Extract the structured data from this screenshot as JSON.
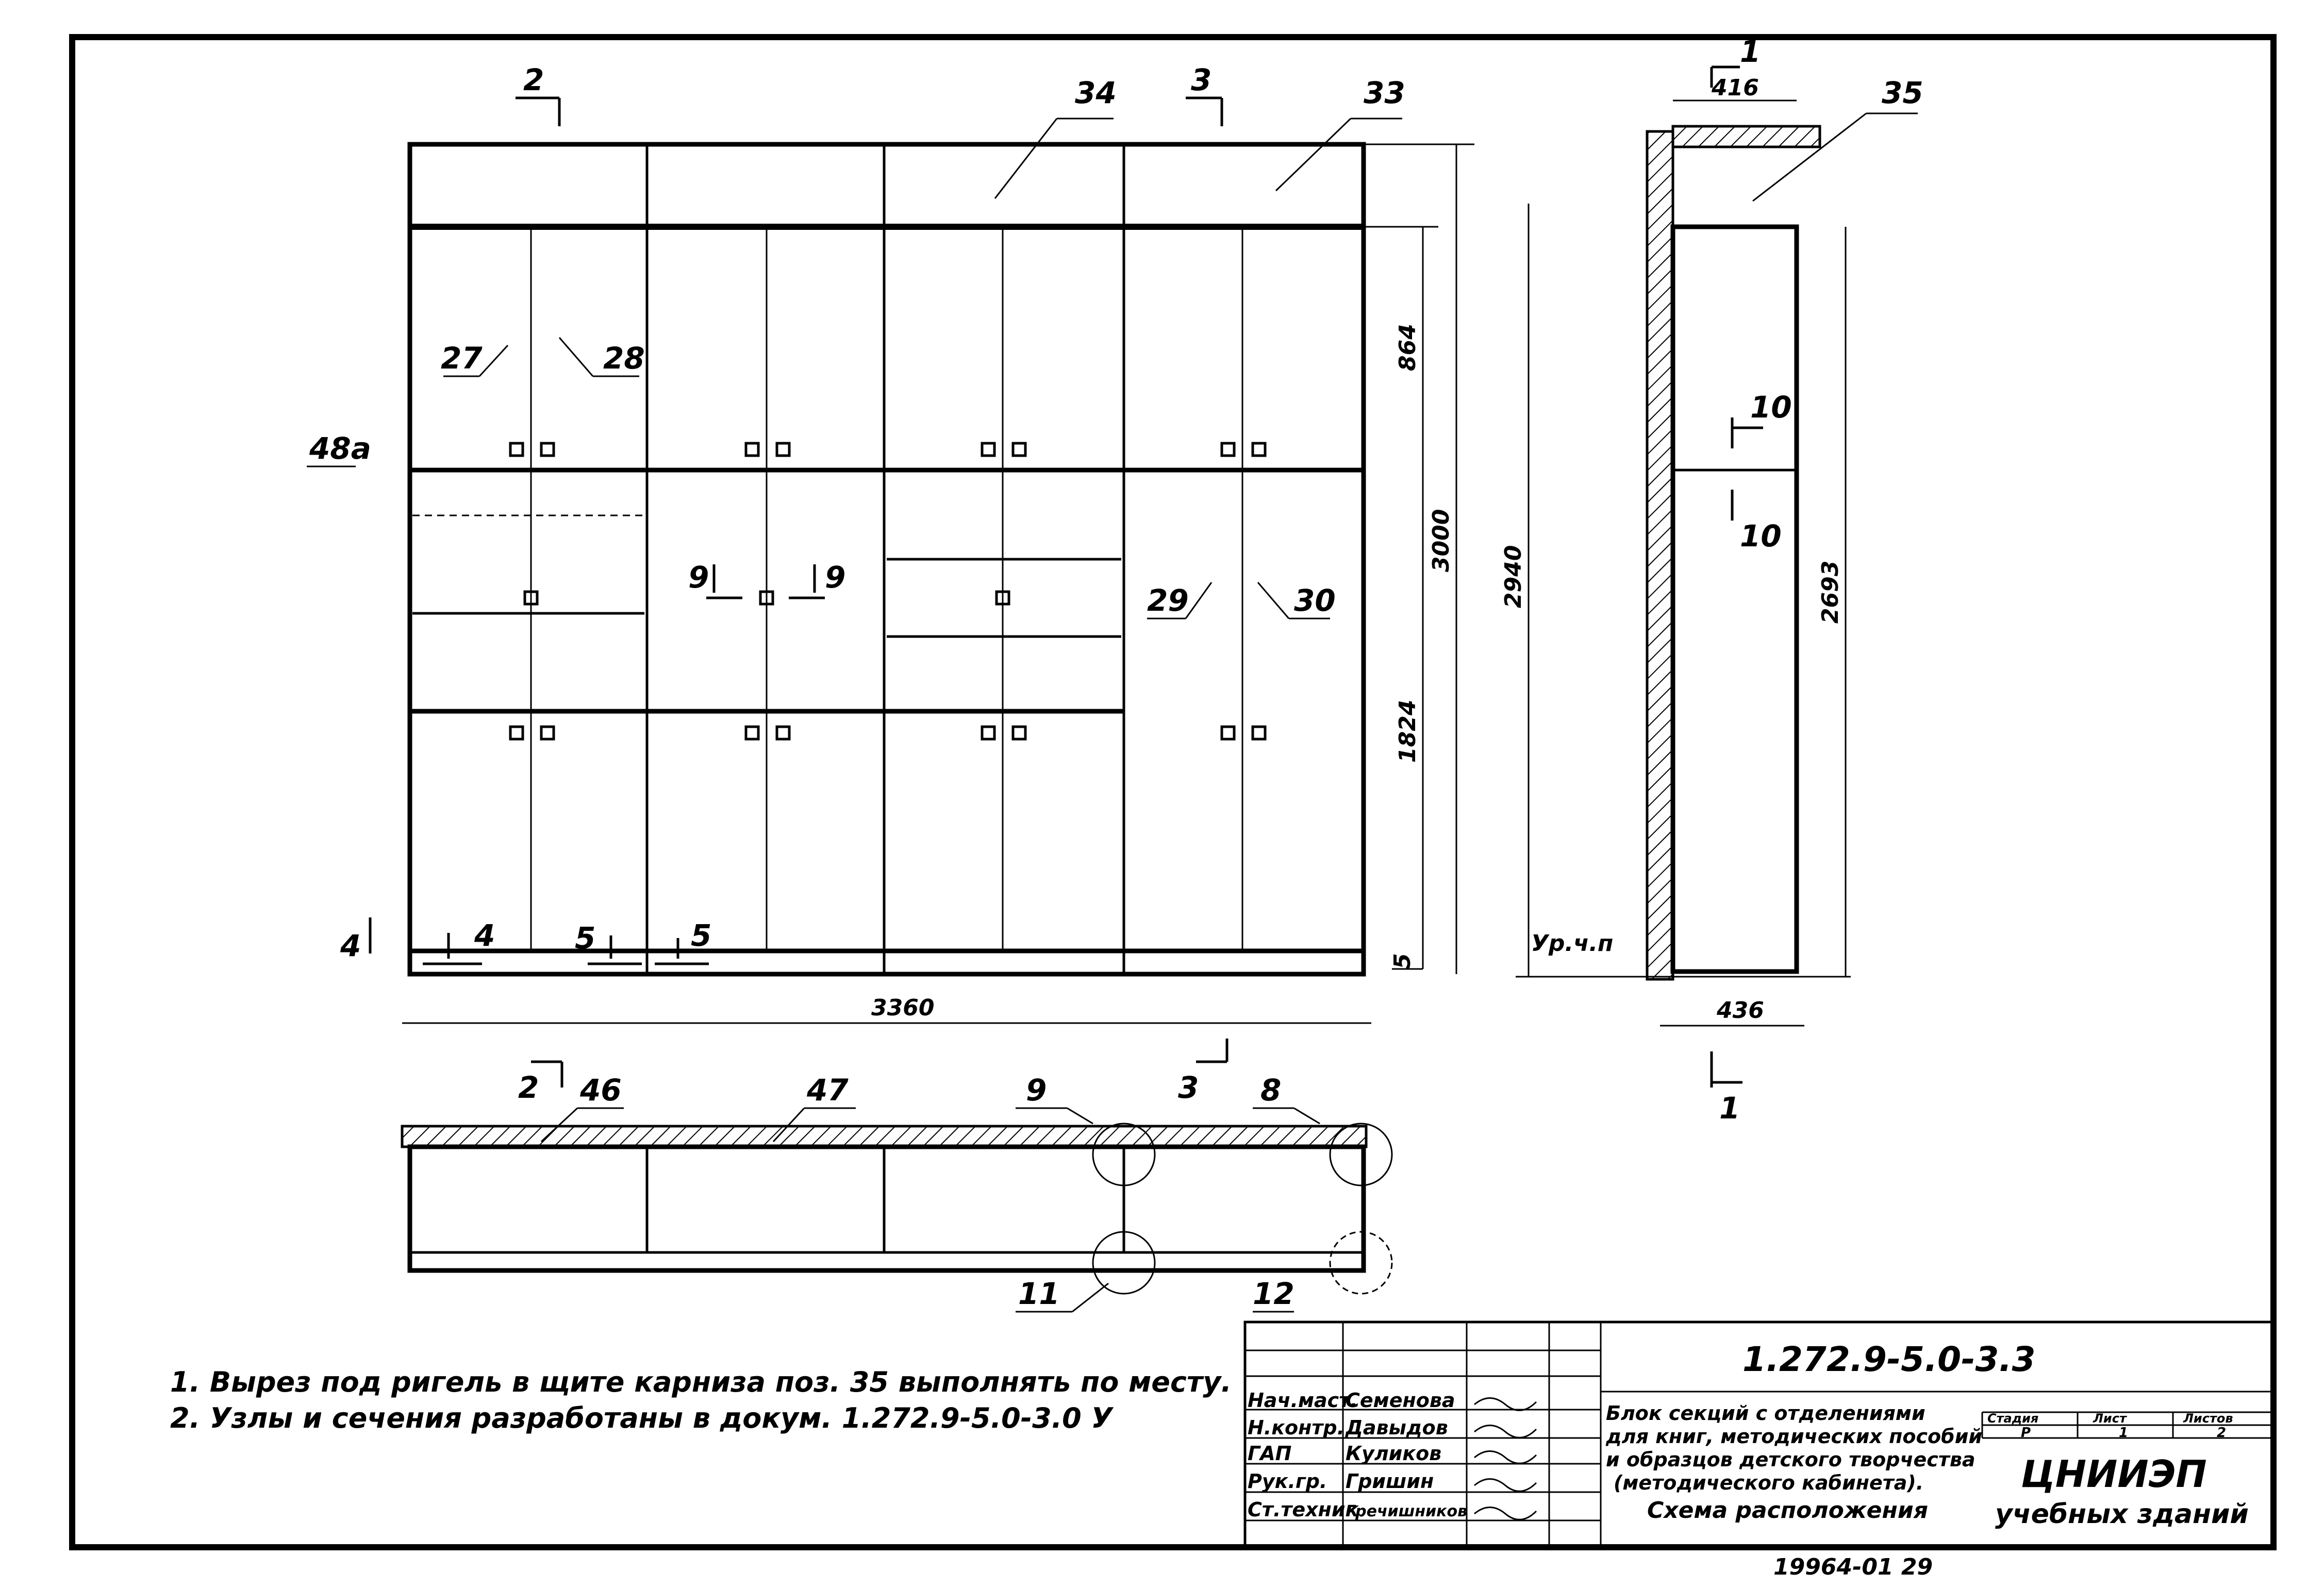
{
  "labels": {
    "p34": "34",
    "p33": "33",
    "p35": "35",
    "p27": "27",
    "p28": "28",
    "p29": "29",
    "p30": "30",
    "p48a": "48a",
    "p46": "46",
    "p47": "47",
    "p9": "9",
    "p8": "8",
    "p11": "11",
    "p12": "12",
    "p5a": "5",
    "p5b": "5",
    "p4": "4"
  },
  "section_marks": {
    "s2_top": "2",
    "s3_top": "3",
    "s1_top": "1",
    "s2_bot": "2",
    "s3_bot": "3",
    "s1_bot": "1",
    "s4": "4",
    "s9a": "9",
    "s9b": "9",
    "s10a": "10",
    "s10b": "10"
  },
  "dimensions": {
    "w3360": "3360",
    "h864": "864",
    "h1824": "1824",
    "h3000": "3000",
    "h2940": "2940",
    "h5": "5",
    "d416": "416",
    "d436": "436",
    "h2693": "2693",
    "level": "Ур.ч.п"
  },
  "notes": [
    "1. Вырез под ригель в щите карниза поз. 35 выполнять по месту.",
    "2. Узлы и сечения разработаны в докум. 1.272.9-5.0-3.0 У"
  ],
  "title_block": {
    "code": "1.272.9-5.0-3.3",
    "roles": [
      "Нач.маст.",
      "Н.контр.",
      "ГАП",
      "Рук.гр.",
      "Ст.техник"
    ],
    "names": [
      "Семенова",
      "Давыдов",
      "Куликов",
      "Гришин",
      "Гречишников"
    ],
    "description": [
      "Блок секций с отделениями",
      "для книг, методических пособий",
      "и образцов детского творчества",
      "(методического кабинета).",
      "Схема расположения"
    ],
    "stage_header": "Стадия",
    "sheet_header": "Лист",
    "sheets_header": "Листов",
    "stage": "Р",
    "sheet": "1",
    "sheets": "2",
    "org": "ЦНИИЭП",
    "org_sub": "учебных зданий"
  },
  "footer_code": "19964-01 29"
}
